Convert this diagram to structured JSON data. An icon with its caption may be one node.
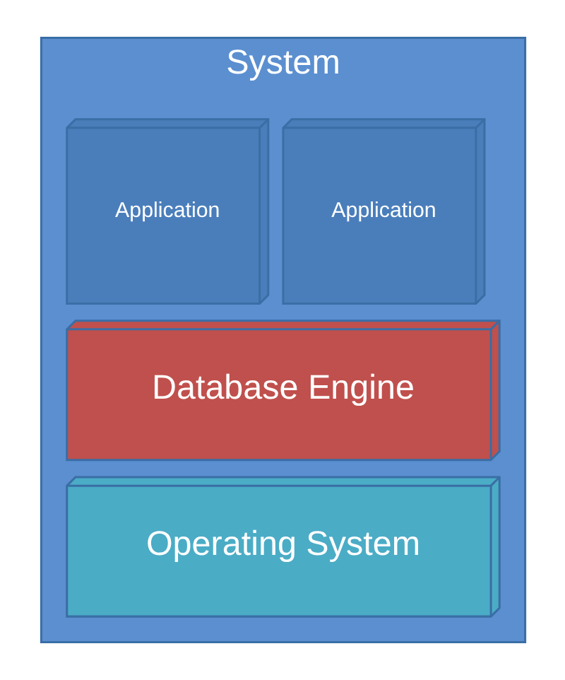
{
  "diagram": {
    "nodes": [
      {
        "text": [
          "System"
        ]
      },
      {
        "text": [
          "Application"
        ],
        "in": 0
      },
      {
        "text": [
          "Application"
        ],
        "in": 0
      },
      {
        "text": [
          "Database Engine"
        ],
        "in": 0
      },
      {
        "text": [
          "Operating System"
        ],
        "in": 0
      }
    ]
  }
}
